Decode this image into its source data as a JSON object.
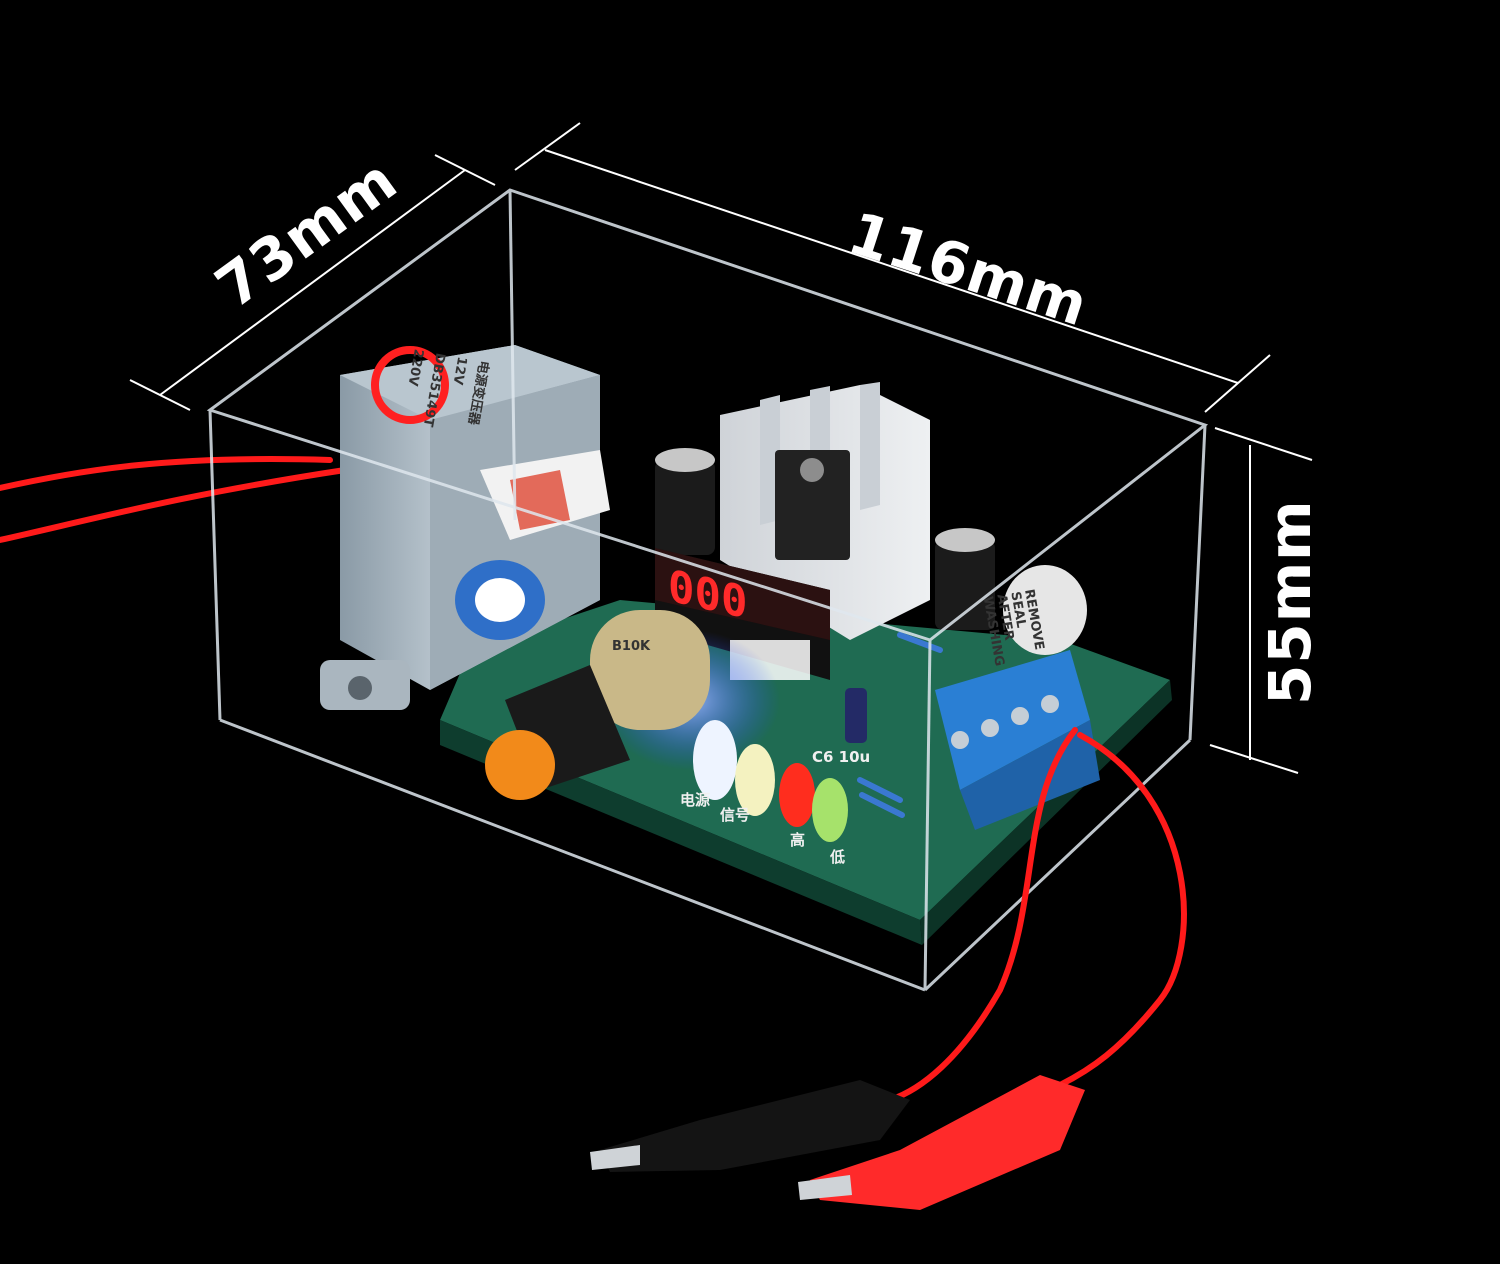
{
  "dimensions": {
    "width": "116mm",
    "depth": "73mm",
    "height": "55mm"
  },
  "product": {
    "transformer_text": [
      "电源变压器",
      "12V",
      "DB35149T",
      "220V"
    ],
    "potentiometer_label": "B10K",
    "display_value": "000",
    "led_labels": [
      "电源",
      "信号",
      "高",
      "低"
    ],
    "buzzer_seal": [
      "REMOVE",
      "SEAL",
      "AFTER",
      "WASHING"
    ],
    "capacitor_label": "C6 10u"
  },
  "colors": {
    "background": "#000000",
    "pcb": "#1f6b52",
    "wire": "#ff2020",
    "terminal": "#2a7fd4",
    "knob": "#f28a1a"
  }
}
